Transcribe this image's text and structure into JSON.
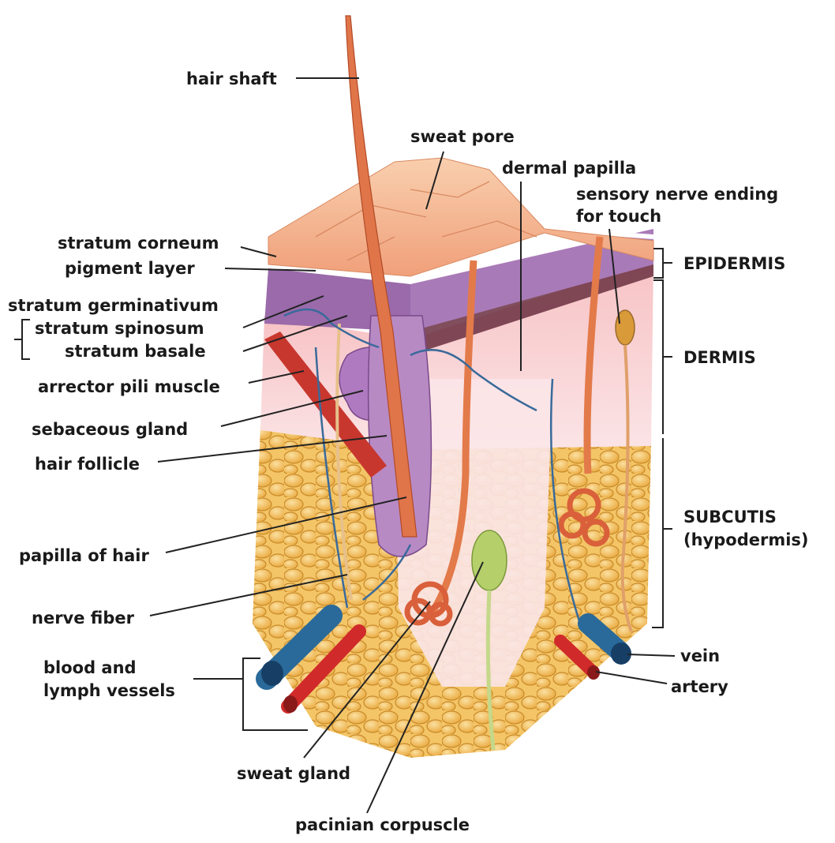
{
  "labels": {
    "hair_shaft": "hair shaft",
    "sweat_pore": "sweat pore",
    "dermal_papilla": "dermal papilla",
    "sensory_nerve_line1": "sensory nerve ending",
    "sensory_nerve_line2": "for touch",
    "stratum_corneum": "stratum corneum",
    "pigment_layer": "pigment layer",
    "stratum_germinativum": "stratum germinativum",
    "stratum_spinosum": "stratum spinosum",
    "stratum_basale": "stratum basale",
    "arrector_pili_muscle": "arrector pili muscle",
    "sebaceous_gland": "sebaceous gland",
    "hair_follicle": "hair follicle",
    "papilla_of_hair": "papilla of hair",
    "nerve_fiber": "nerve fiber",
    "blood_lymph_line1": "blood and",
    "blood_lymph_line2": "lymph vessels",
    "sweat_gland": "sweat gland",
    "pacinian_corpuscle": "pacinian corpuscle",
    "epidermis": "EPIDERMIS",
    "dermis": "DERMIS",
    "subcutis_line1": "SUBCUTIS",
    "subcutis_line2": "(hypodermis)",
    "vein": "vein",
    "artery": "artery"
  },
  "colors": {
    "epidermis_surface": "#f2a27a",
    "epidermis_light": "#f8c9a8",
    "pigment_purple": "#8e5a9e",
    "dermis_pink": "#f5c6c6",
    "dermal_dark": "#5a2a3a",
    "fat_yellow": "#f2c15a",
    "fat_outline": "#c98a2a",
    "hair": "#e0754a",
    "vein_blue": "#2a6a9a",
    "artery_red": "#d02a2a",
    "gland_purple": "#b07ac0",
    "corpuscle_green": "#b5cf6a"
  }
}
